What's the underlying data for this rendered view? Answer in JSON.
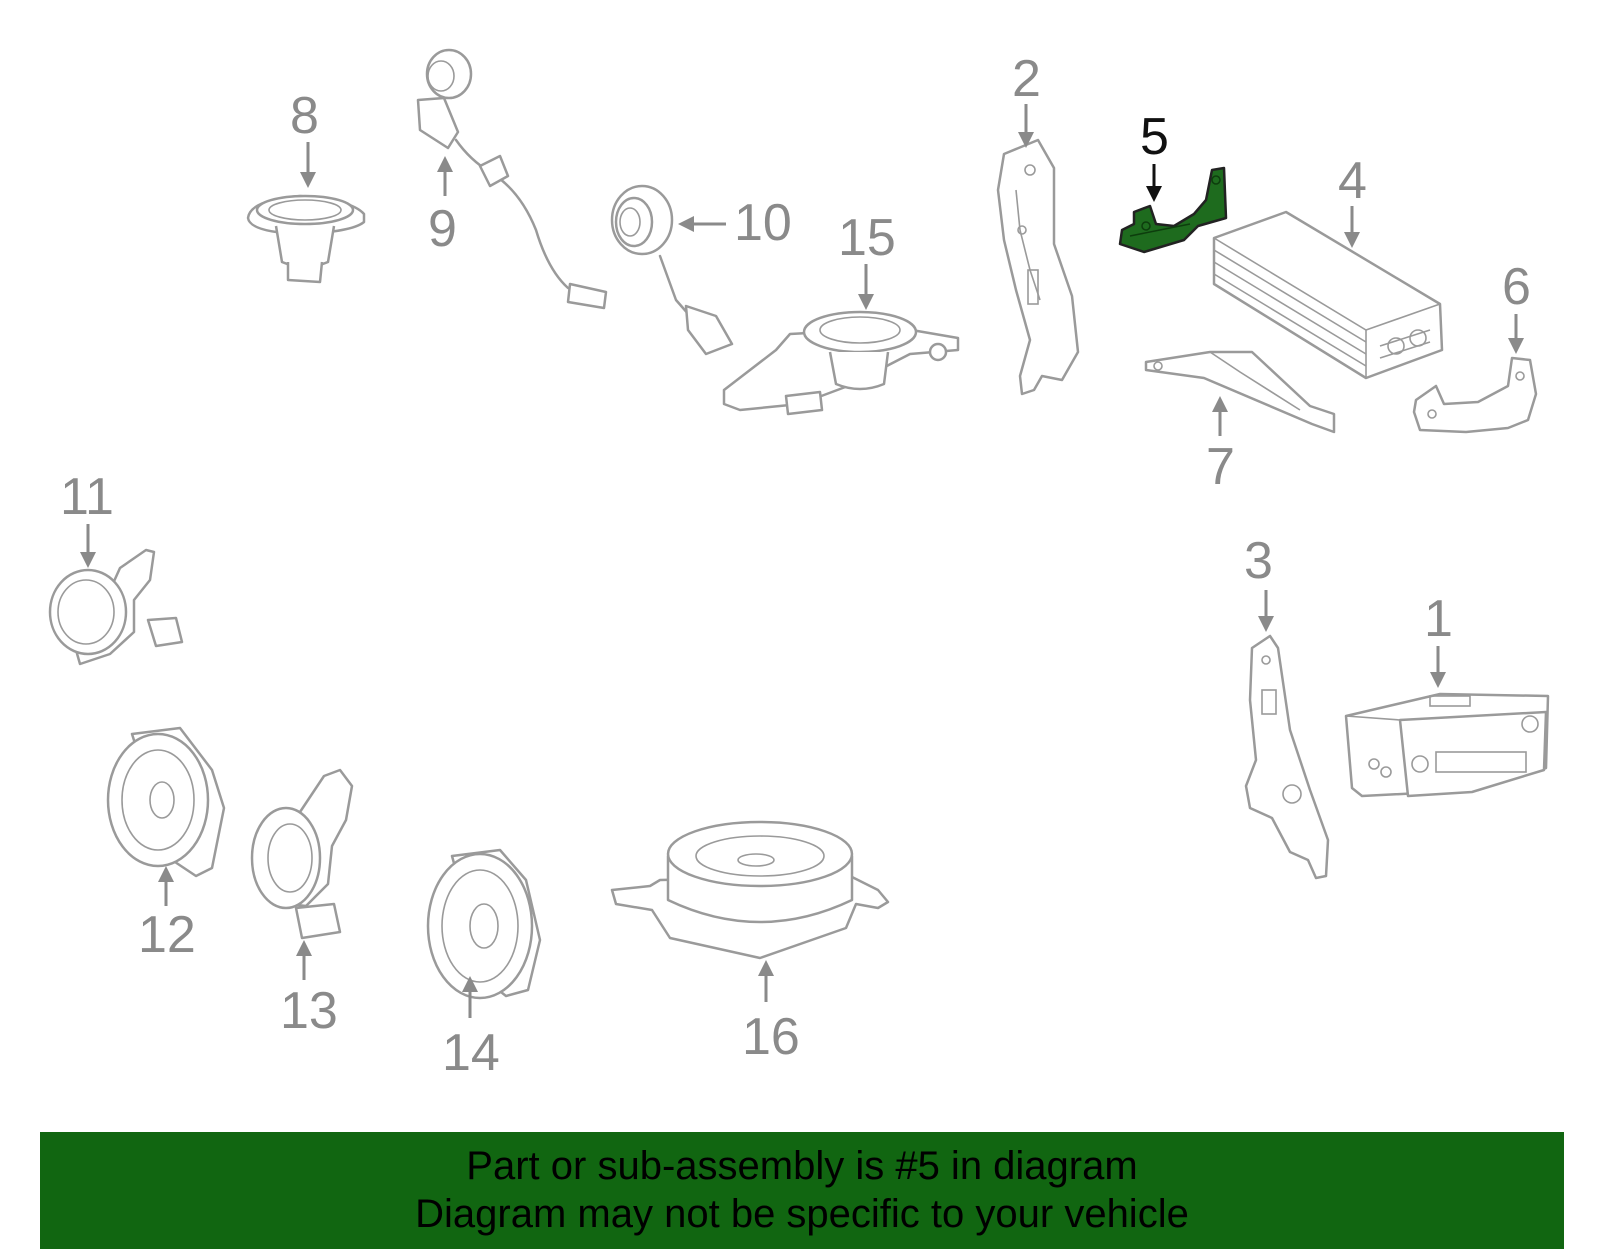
{
  "callouts": [
    "1",
    "2",
    "3",
    "4",
    "5",
    "6",
    "7",
    "8",
    "9",
    "10",
    "11",
    "12",
    "13",
    "14",
    "15",
    "16"
  ],
  "highlighted_part": "5",
  "colors": {
    "highlight": "#1e6b1e",
    "banner": "#116611",
    "part_outline": "#9a9a9a",
    "label": "#8a8a8a"
  },
  "banner": {
    "line1": "Part or sub-assembly is #5 in diagram",
    "line2": "Diagram may not be specific to your vehicle"
  }
}
